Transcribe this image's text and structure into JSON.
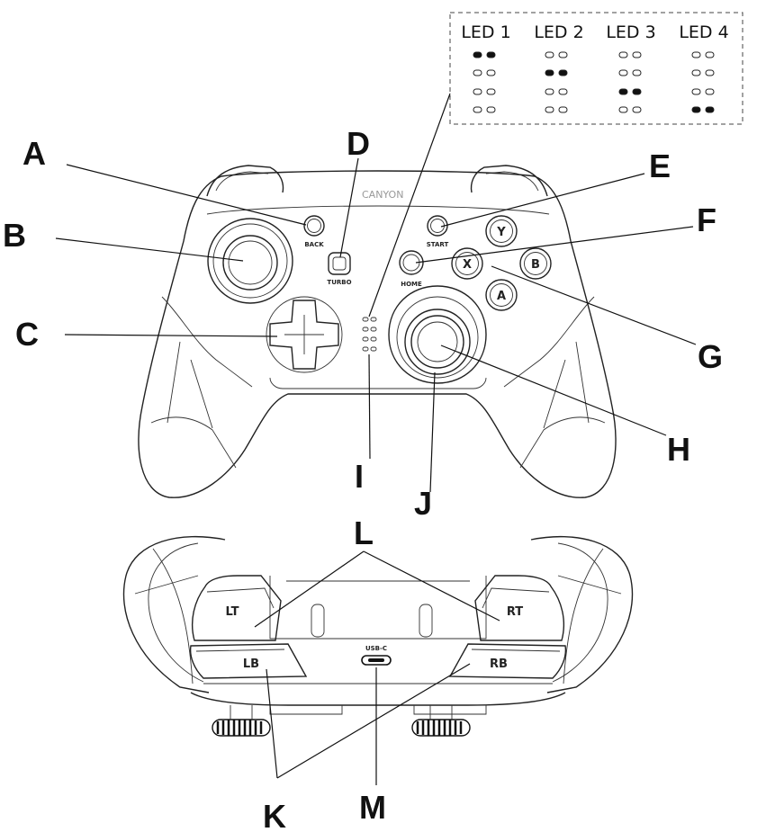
{
  "brand": "CANYON",
  "led_table": {
    "headers": [
      "LED 1",
      "LED 2",
      "LED 3",
      "LED 4"
    ],
    "rows": [
      [
        true,
        false,
        false,
        false
      ],
      [
        false,
        true,
        false,
        false
      ],
      [
        false,
        false,
        true,
        false
      ],
      [
        false,
        false,
        false,
        true
      ]
    ]
  },
  "callouts": {
    "A": "A",
    "B": "B",
    "C": "C",
    "D": "D",
    "E": "E",
    "F": "F",
    "G": "G",
    "H": "H",
    "I": "I",
    "J": "J",
    "K": "K",
    "L": "L",
    "M": "M"
  },
  "buttons": {
    "back": "BACK",
    "turbo": "TURBO",
    "start": "START",
    "home": "HOME",
    "y": "Y",
    "x": "X",
    "b": "B",
    "a": "A"
  },
  "triggers": {
    "lt": "LT",
    "rt": "RT",
    "lb": "LB",
    "rb": "RB",
    "port": "USB-C"
  }
}
